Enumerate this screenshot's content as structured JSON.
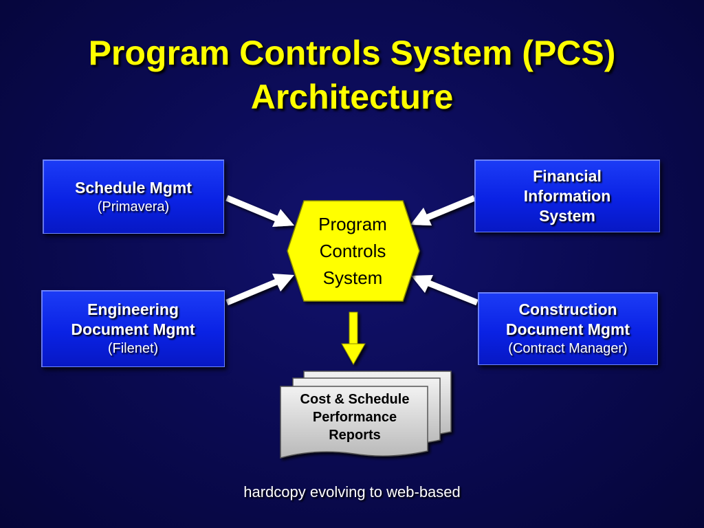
{
  "title": {
    "line1": "Program Controls System (PCS)",
    "line2": "Architecture"
  },
  "colors": {
    "title": "#ffff00",
    "box_fill": "#0a22e4",
    "hexagon_fill": "#ffff00",
    "arrow": "#ffffff",
    "down_arrow": "#ffff00",
    "report_fill": "#d6d6d6"
  },
  "nodes": {
    "schedule": {
      "main": "Schedule Mgmt",
      "sub": "(Primavera)"
    },
    "financial": {
      "line1": "Financial",
      "line2": "Information",
      "line3": "System"
    },
    "engineering": {
      "line1": "Engineering",
      "line2": "Document Mgmt",
      "sub": "(Filenet)"
    },
    "construction": {
      "line1": "Construction",
      "line2": "Document Mgmt",
      "sub": "(Contract Manager)"
    },
    "pcs": {
      "line1": "Program",
      "line2": "Controls",
      "line3": "System"
    },
    "reports": {
      "line1": "Cost & Schedule",
      "line2": "Performance",
      "line3": "Reports"
    }
  },
  "edges": [
    {
      "from": "Schedule Mgmt",
      "to": "Program Controls System"
    },
    {
      "from": "Financial Information System",
      "to": "Program Controls System"
    },
    {
      "from": "Engineering Document Mgmt",
      "to": "Program Controls System"
    },
    {
      "from": "Construction Document Mgmt",
      "to": "Program Controls System"
    },
    {
      "from": "Program Controls System",
      "to": "Cost & Schedule Performance Reports"
    }
  ],
  "footnote": "hardcopy evolving to web-based"
}
